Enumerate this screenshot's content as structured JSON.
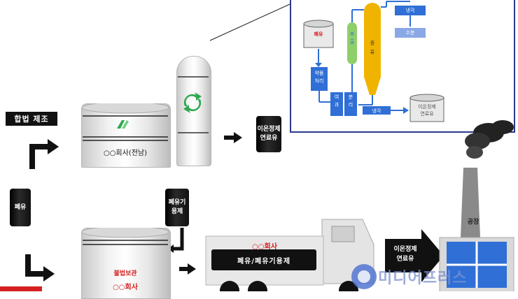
{
  "labels": {
    "legal_manufacture": "합법 제조",
    "company_jeonnam": "○○회사(전남)",
    "ion_fuel_drum": "이온정제\n연료유",
    "waste_oil_drum": "폐유",
    "waste_solvent_drum": "폐유기\n용제",
    "illegal_storage": "불법보관",
    "company_bottom": "○○회사",
    "truck_company": "○○회사",
    "truck_cargo": "폐유/폐유기용제",
    "ion_fuel_arrow": "이온정제\n연료유",
    "factory": "공장",
    "watermark": "미디어프러스"
  },
  "flow": {
    "waste_oil": "폐유",
    "acid_treat": "약품\n처리",
    "extract": "추\n출",
    "filter": "여\n과",
    "separate": "분\n리",
    "distill": "증\n류",
    "cool": "냉각",
    "water": "수분",
    "condense": "냉각",
    "product": "이온정제\n연료유"
  },
  "colors": {
    "inset_border": "#2b3a8a",
    "flow_blue": "#2f6fd6",
    "distill_yellow": "#f0b400",
    "extract_green": "#8fcf6a",
    "red_text": "#d62020",
    "recycle_green": "#2fa84f"
  }
}
